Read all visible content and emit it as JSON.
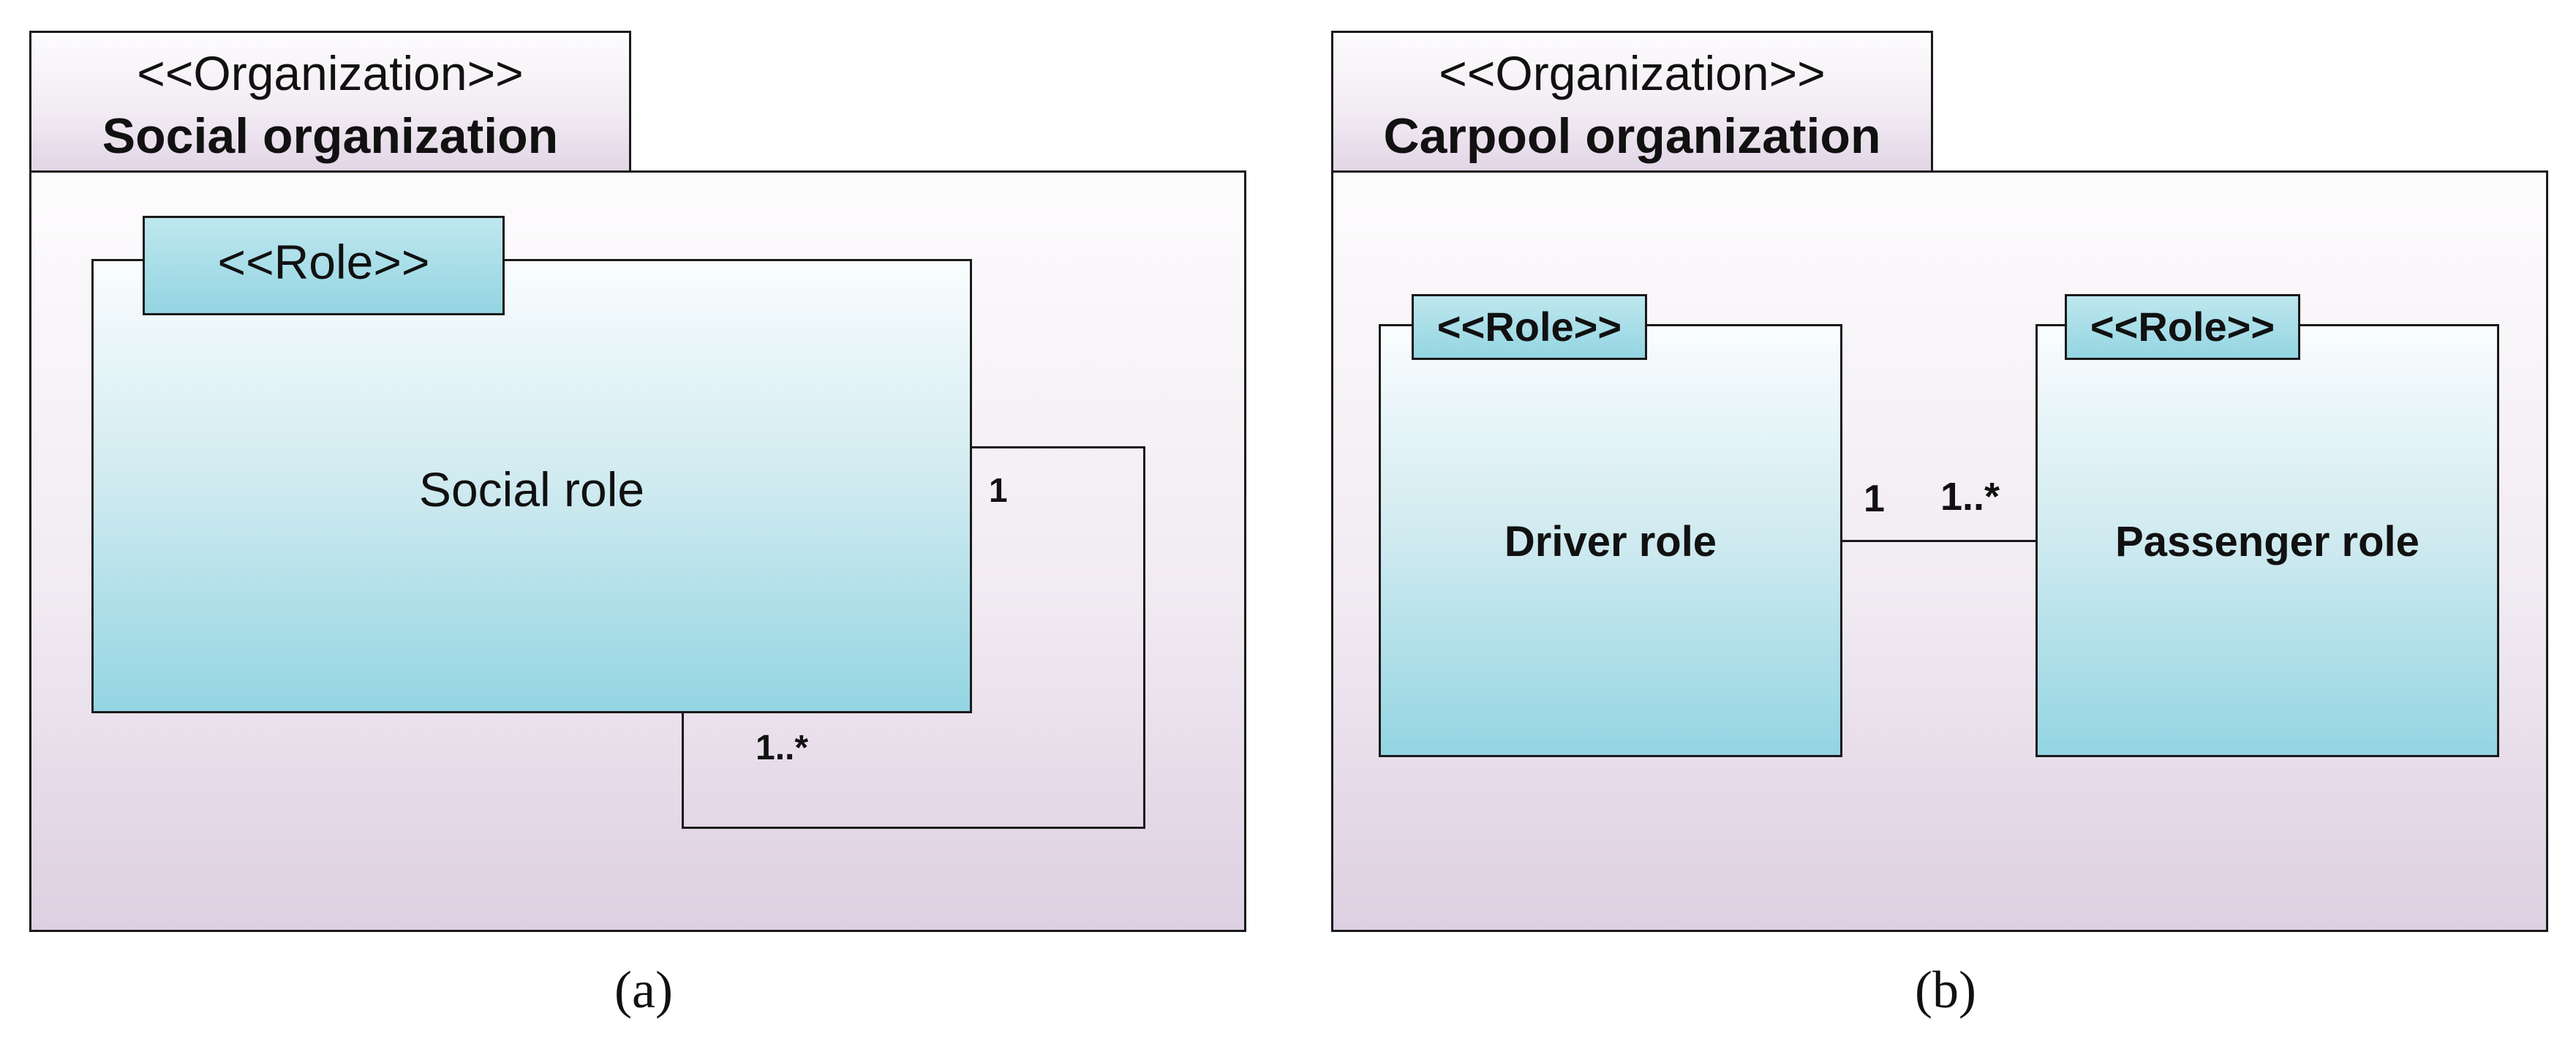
{
  "panel_a": {
    "package_stereotype": "<<Organization>>",
    "package_name": "Social organization",
    "role": {
      "stereotype": "<<Role>>",
      "name": "Social role"
    },
    "self_association": {
      "multiplicity_top": "1",
      "multiplicity_bottom": "1..*"
    },
    "caption": "(a)"
  },
  "panel_b": {
    "package_stereotype": "<<Organization>>",
    "package_name": "Carpool organization",
    "driver_role": {
      "stereotype": "<<Role>>",
      "name": "Driver role"
    },
    "passenger_role": {
      "stereotype": "<<Role>>",
      "name": "Passenger role"
    },
    "association": {
      "multiplicity_left": "1",
      "multiplicity_right": "1..*"
    },
    "caption": "(b)"
  }
}
